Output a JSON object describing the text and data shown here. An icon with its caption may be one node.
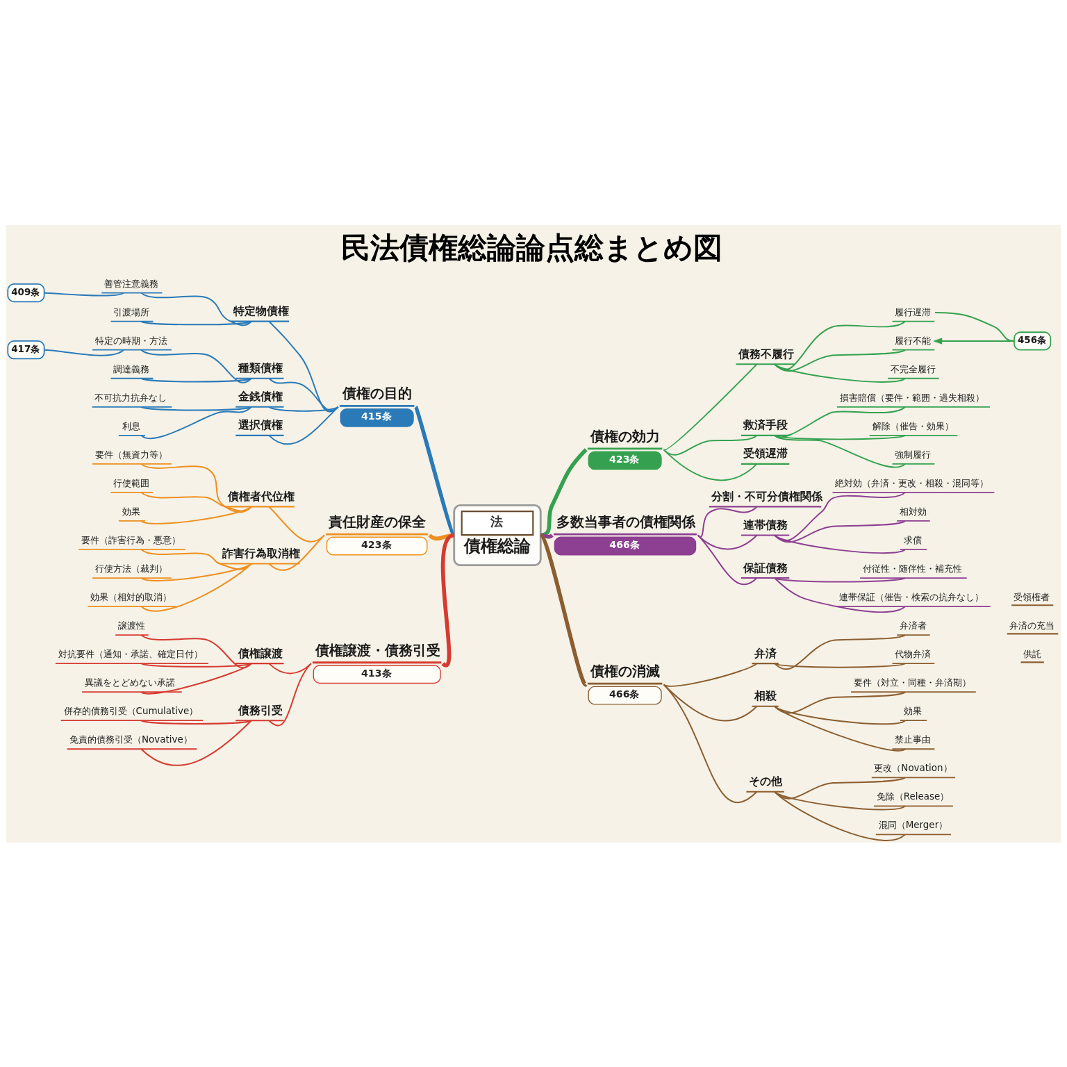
{
  "diagram": {
    "title": "民法債権総論論点総まとめ図",
    "nodes": [
      {
        "text": [
          "法",
          "債権総論"
        ]
      },
      {
        "text": [
          "債権の目的",
          "415条"
        ]
      },
      {
        "text": [
          "特定物債権"
        ]
      },
      {
        "text": [
          "善管注意義務"
        ]
      },
      {
        "text": [
          "409条"
        ]
      },
      {
        "text": [
          "引渡場所"
        ]
      },
      {
        "text": [
          "種類債権"
        ]
      },
      {
        "text": [
          "特定の時期・方法"
        ]
      },
      {
        "text": [
          "417条"
        ]
      },
      {
        "text": [
          "調達義務"
        ]
      },
      {
        "text": [
          "金銭債権"
        ]
      },
      {
        "text": [
          "不可抗力抗弁なし"
        ]
      },
      {
        "text": [
          "利息"
        ]
      },
      {
        "text": [
          "選択債権"
        ]
      },
      {
        "text": [
          "債権の効力",
          "423条"
        ]
      },
      {
        "text": [
          "債務不履行"
        ]
      },
      {
        "text": [
          "履行遅滞"
        ]
      },
      {
        "text": [
          "履行不能"
        ]
      },
      {
        "text": [
          "456条"
        ]
      },
      {
        "text": [
          "不完全履行"
        ]
      },
      {
        "text": [
          "救済手段"
        ]
      },
      {
        "text": [
          "損害賠償（要件・範囲・過失相殺）"
        ]
      },
      {
        "text": [
          "解除（催告・効果）"
        ]
      },
      {
        "text": [
          "強制履行"
        ]
      },
      {
        "text": [
          "受領遅滞"
        ]
      },
      {
        "text": [
          "責任財産の保全",
          "423条"
        ]
      },
      {
        "text": [
          "債権者代位権"
        ]
      },
      {
        "text": [
          "要件（無資力等）"
        ]
      },
      {
        "text": [
          "行使範囲"
        ]
      },
      {
        "text": [
          "効果"
        ]
      },
      {
        "text": [
          "詐害行為取消権"
        ]
      },
      {
        "text": [
          "要件（詐害行為・悪意）"
        ]
      },
      {
        "text": [
          "行使方法（裁判）"
        ]
      },
      {
        "text": [
          "効果（相対的取消）"
        ]
      },
      {
        "text": [
          "多数当事者の債権関係",
          "466条"
        ]
      },
      {
        "text": [
          "分割・不可分債権関係"
        ]
      },
      {
        "text": [
          "連帯債務"
        ]
      },
      {
        "text": [
          "絶対効（弁済・更改・相殺・混同等）"
        ]
      },
      {
        "text": [
          "相対効"
        ]
      },
      {
        "text": [
          "求償"
        ]
      },
      {
        "text": [
          "保証債務"
        ]
      },
      {
        "text": [
          "付従性・随伴性・補充性"
        ]
      },
      {
        "text": [
          "連帯保証（催告・検索の抗弁なし）"
        ]
      },
      {
        "text": [
          "債権譲渡・債務引受",
          "413条"
        ]
      },
      {
        "text": [
          "債権譲渡"
        ]
      },
      {
        "text": [
          "譲渡性"
        ]
      },
      {
        "text": [
          "対抗要件（通知・承諾、確定日付）"
        ]
      },
      {
        "text": [
          "異議をとどめない承諾"
        ]
      },
      {
        "text": [
          "債務引受"
        ]
      },
      {
        "text": [
          "併存的債務引受（Cumulative）"
        ]
      },
      {
        "text": [
          "免責的債務引受（Novative）"
        ]
      },
      {
        "text": [
          "債権の消滅",
          "466条"
        ]
      },
      {
        "text": [
          "弁済"
        ]
      },
      {
        "text": [
          "弁済者"
        ]
      },
      {
        "text": [
          "代物弁済"
        ]
      },
      {
        "text": [
          "相殺"
        ]
      },
      {
        "text": [
          "要件（対立・同種・弁済期）"
        ]
      },
      {
        "text": [
          "効果"
        ]
      },
      {
        "text": [
          "禁止事由"
        ]
      },
      {
        "text": [
          "その他"
        ]
      },
      {
        "text": [
          "更改（Novation）"
        ]
      },
      {
        "text": [
          "免除（Release）"
        ]
      },
      {
        "text": [
          "混同（Merger）"
        ]
      }
    ],
    "edges": [
      {
        "from": 1,
        "to": 0,
        "arrow": "none",
        "style": "thick",
        "color": "#2a7ab8"
      },
      {
        "from": 2,
        "to": 1,
        "arrow": "none",
        "color": "#2a7ab8"
      },
      {
        "from": 3,
        "to": 2,
        "arrow": "none",
        "color": "#2a7ab8"
      },
      {
        "from": 4,
        "to": 3,
        "arrow": "none",
        "color": "#2a7ab8"
      },
      {
        "from": 5,
        "to": 2,
        "arrow": "none",
        "color": "#2a7ab8"
      },
      {
        "from": 6,
        "to": 1,
        "arrow": "none",
        "color": "#2a7ab8"
      },
      {
        "from": 7,
        "to": 6,
        "arrow": "none",
        "color": "#2a7ab8"
      },
      {
        "from": 8,
        "to": 7,
        "arrow": "none",
        "color": "#2a7ab8"
      },
      {
        "from": 9,
        "to": 6,
        "arrow": "none",
        "color": "#2a7ab8"
      },
      {
        "from": 10,
        "to": 1,
        "arrow": "none",
        "color": "#2a7ab8"
      },
      {
        "from": 11,
        "to": 10,
        "arrow": "none",
        "color": "#2a7ab8"
      },
      {
        "from": 12,
        "to": 10,
        "arrow": "none",
        "color": "#2a7ab8"
      },
      {
        "from": 13,
        "to": 1,
        "arrow": "none",
        "color": "#2a7ab8"
      },
      {
        "from": 0,
        "to": 14,
        "arrow": "none",
        "style": "thick",
        "color": "#35a150"
      },
      {
        "from": 14,
        "to": 15,
        "arrow": "none",
        "color": "#35a150"
      },
      {
        "from": 15,
        "to": 16,
        "arrow": "none",
        "color": "#35a150"
      },
      {
        "from": 15,
        "to": 17,
        "arrow": "none",
        "color": "#35a150"
      },
      {
        "from": 18,
        "to": 17,
        "arrow": "to",
        "color": "#35a150"
      },
      {
        "from": 18,
        "to": 16,
        "arrow": "none",
        "color": "#35a150"
      },
      {
        "from": 15,
        "to": 19,
        "arrow": "none",
        "color": "#35a150"
      },
      {
        "from": 14,
        "to": 20,
        "arrow": "none",
        "color": "#35a150"
      },
      {
        "from": 20,
        "to": 21,
        "arrow": "none",
        "color": "#35a150"
      },
      {
        "from": 20,
        "to": 22,
        "arrow": "none",
        "color": "#35a150"
      },
      {
        "from": 20,
        "to": 23,
        "arrow": "none",
        "color": "#35a150"
      },
      {
        "from": 14,
        "to": 24,
        "arrow": "none",
        "color": "#35a150"
      },
      {
        "from": 25,
        "to": 0,
        "arrow": "none",
        "style": "thick",
        "color": "#ee8f1f"
      },
      {
        "from": 26,
        "to": 25,
        "arrow": "none",
        "color": "#ee8f1f"
      },
      {
        "from": 27,
        "to": 26,
        "arrow": "none",
        "color": "#ee8f1f"
      },
      {
        "from": 28,
        "to": 26,
        "arrow": "none",
        "color": "#ee8f1f"
      },
      {
        "from": 29,
        "to": 26,
        "arrow": "none",
        "color": "#ee8f1f"
      },
      {
        "from": 30,
        "to": 25,
        "arrow": "none",
        "color": "#ee8f1f"
      },
      {
        "from": 31,
        "to": 30,
        "arrow": "none",
        "color": "#ee8f1f"
      },
      {
        "from": 32,
        "to": 30,
        "arrow": "none",
        "color": "#ee8f1f"
      },
      {
        "from": 33,
        "to": 30,
        "arrow": "none",
        "color": "#ee8f1f"
      },
      {
        "from": 0,
        "to": 34,
        "arrow": "none",
        "style": "thick",
        "color": "#8d3f91"
      },
      {
        "from": 34,
        "to": 35,
        "arrow": "none",
        "color": "#8d3f91"
      },
      {
        "from": 34,
        "to": 36,
        "arrow": "none",
        "color": "#8d3f91"
      },
      {
        "from": 36,
        "to": 37,
        "arrow": "none",
        "color": "#8d3f91"
      },
      {
        "from": 36,
        "to": 38,
        "arrow": "none",
        "color": "#8d3f91"
      },
      {
        "from": 36,
        "to": 39,
        "arrow": "none",
        "color": "#8d3f91"
      },
      {
        "from": 34,
        "to": 40,
        "arrow": "none",
        "color": "#8d3f91"
      },
      {
        "from": 40,
        "to": 41,
        "arrow": "none",
        "color": "#8d3f91"
      },
      {
        "from": 40,
        "to": 42,
        "arrow": "none",
        "color": "#8d3f91"
      },
      {
        "from": 43,
        "to": 0,
        "arrow": "none",
        "style": "thick",
        "color": "#d63a30"
      },
      {
        "from": 44,
        "to": 43,
        "arrow": "none",
        "color": "#d63a30"
      },
      {
        "from": 45,
        "to": 44,
        "arrow": "none",
        "color": "#d63a30"
      },
      {
        "from": 46,
        "to": 44,
        "arrow": "none",
        "color": "#d63a30"
      },
      {
        "from": 47,
        "to": 44,
        "arrow": "none",
        "color": "#d63a30"
      },
      {
        "from": 48,
        "to": 43,
        "arrow": "none",
        "color": "#d63a30"
      },
      {
        "from": 49,
        "to": 48,
        "arrow": "none",
        "color": "#d63a30"
      },
      {
        "from": 50,
        "to": 48,
        "arrow": "none",
        "color": "#d63a30"
      },
      {
        "from": 0,
        "to": 51,
        "arrow": "none",
        "style": "thick",
        "color": "#8b5e30"
      },
      {
        "from": 51,
        "to": 52,
        "arrow": "none",
        "color": "#8b5e30"
      },
      {
        "from": 52,
        "to": 53,
        "arrow": "none",
        "color": "#8b5e30"
      },
      {
        "from": 52,
        "to": 54,
        "arrow": "none",
        "color": "#8b5e30"
      },
      {
        "from": 51,
        "to": 55,
        "arrow": "none",
        "color": "#8b5e30"
      },
      {
        "from": 55,
        "to": 56,
        "arrow": "none",
        "color": "#8b5e30"
      },
      {
        "from": 55,
        "to": 57,
        "arrow": "none",
        "color": "#8b5e30"
      },
      {
        "from": 55,
        "to": 58,
        "arrow": "none",
        "color": "#8b5e30"
      },
      {
        "from": 51,
        "to": 59,
        "arrow": "none",
        "color": "#8b5e30"
      },
      {
        "from": 59,
        "to": 60,
        "arrow": "none",
        "color": "#8b5e30"
      },
      {
        "from": 59,
        "to": 61,
        "arrow": "none",
        "color": "#8b5e30"
      },
      {
        "from": 59,
        "to": 62,
        "arrow": "none",
        "color": "#8b5e30"
      }
    ],
    "labels": [
      "受領権者",
      "弁済の充当",
      "供託"
    ]
  }
}
